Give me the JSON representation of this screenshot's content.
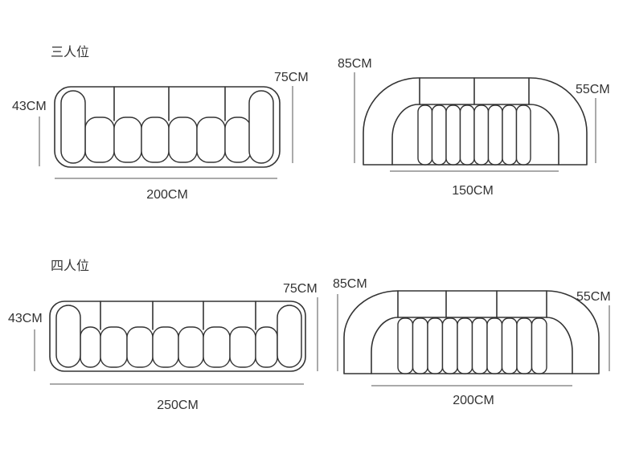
{
  "sections": [
    {
      "title": "三人位",
      "front_view": {
        "left_dim": "43CM",
        "right_dim": "75CM",
        "bottom_dim": "200CM"
      },
      "curved_view": {
        "left_dim": "85CM",
        "right_dim": "55CM",
        "bottom_dim": "150CM"
      }
    },
    {
      "title": "四人位",
      "front_view": {
        "left_dim": "43CM",
        "right_dim": "75CM",
        "bottom_dim": "250CM"
      },
      "curved_view": {
        "left_dim": "85CM",
        "right_dim": "55CM",
        "bottom_dim": "200CM"
      }
    }
  ],
  "colors": {
    "line": "#333333",
    "text": "#333333",
    "dimension": "#555555",
    "background": "#ffffff"
  }
}
